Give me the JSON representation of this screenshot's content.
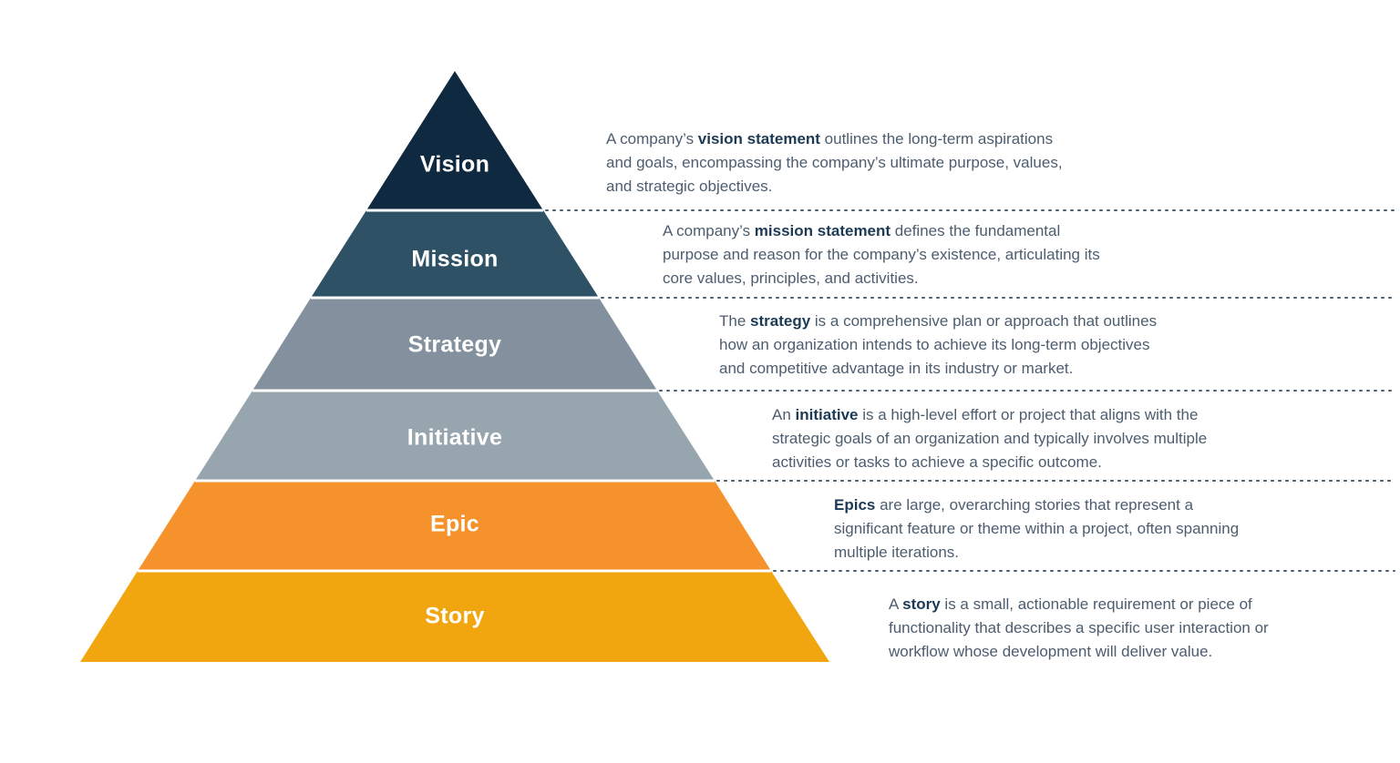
{
  "title": "Agile work hierarchy pyramid",
  "colors": {
    "bg": "#ffffff",
    "label": "#ffffff",
    "text": "#4d5d6f",
    "bold": "#1d3a55",
    "dotted": "#4a5c70",
    "divider": "#ffffff"
  },
  "levels": [
    {
      "label": "Vision",
      "color": "#0e2940",
      "line1_pre": "A company’s ",
      "line1_bold": "vision statement",
      "line1_post": " outlines the long-term aspirations",
      "line2": "and goals, encompassing the company’s ultimate purpose, values,",
      "line3": "and strategic objectives."
    },
    {
      "label": "Mission",
      "color": "#2e5166",
      "line1_pre": "A company’s ",
      "line1_bold": "mission statement",
      "line1_post": " defines the fundamental",
      "line2": "purpose and reason for the company’s existence, articulating its",
      "line3": "core values, principles, and activities."
    },
    {
      "label": "Strategy",
      "color": "#82919d",
      "line1_pre": "The ",
      "line1_bold": "strategy",
      "line1_post": " is a comprehensive plan or approach that outlines",
      "line2": "how an organization intends to achieve its long-term objectives",
      "line3": "and competitive advantage in its industry or market."
    },
    {
      "label": "Initiative",
      "color": "#97a5ae",
      "line1_pre": "An ",
      "line1_bold": "initiative",
      "line1_post": " is a high-level effort or project that aligns with the",
      "line2": "strategic goals of an organization and typically involves multiple",
      "line3": "activities or tasks to achieve a specific outcome."
    },
    {
      "label": "Epic",
      "color": "#f5922c",
      "line1_pre": "",
      "line1_bold": "Epics",
      "line1_post": " are large, overarching stories that represent a",
      "line2": "significant feature or theme within a project, often spanning",
      "line3": "multiple iterations."
    },
    {
      "label": "Story",
      "color": "#f1a60f",
      "line1_pre": "A ",
      "line1_bold": "story",
      "line1_post": " is a small, actionable requirement or piece of",
      "line2": "functionality that describes a specific user interaction or",
      "line3": "workflow whose development will deliver value."
    }
  ]
}
